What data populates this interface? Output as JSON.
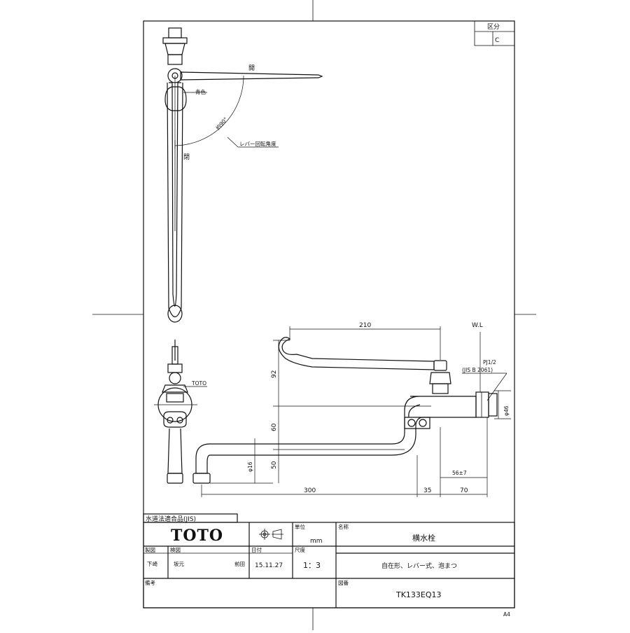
{
  "drawing": {
    "class_header": "区分",
    "class_value": "C",
    "open_label_top": "開",
    "open_label_side": "閉",
    "blue_label": "青色",
    "angle_label": "約90°",
    "lever_angle_note": "レバー回転角度",
    "brand_mark": "TOTO",
    "wl_label": "W.L",
    "thread_label": "PJ1/2",
    "thread_std": "(JIS B 2061)",
    "dims": {
      "d210": "210",
      "d92": "92",
      "d60": "60",
      "d50": "50",
      "d300": "300",
      "d35": "35",
      "d70": "70",
      "d56": "56±7",
      "phi16": "φ16",
      "phi46": "φ46"
    }
  },
  "title_block": {
    "jis_label": "水道法適合品(JIS)",
    "logo": "TOTO",
    "unit_header": "単位",
    "unit_value": "mm",
    "name_header": "名称",
    "name_value": "横水栓",
    "drawn_header": "製図",
    "drawn_value": "下崎",
    "checked_header": "検図",
    "checked_value1": "坂元",
    "checked_value2": "前田",
    "date_header": "日付",
    "date_value": "15.11.27",
    "scale_header": "尺度",
    "scale_value": "1：3",
    "description": "自在形、レバー式、泡まつ",
    "notes_header": "備考",
    "number_header": "図番",
    "number_value": "TK133EQ13",
    "paper": "A4"
  }
}
